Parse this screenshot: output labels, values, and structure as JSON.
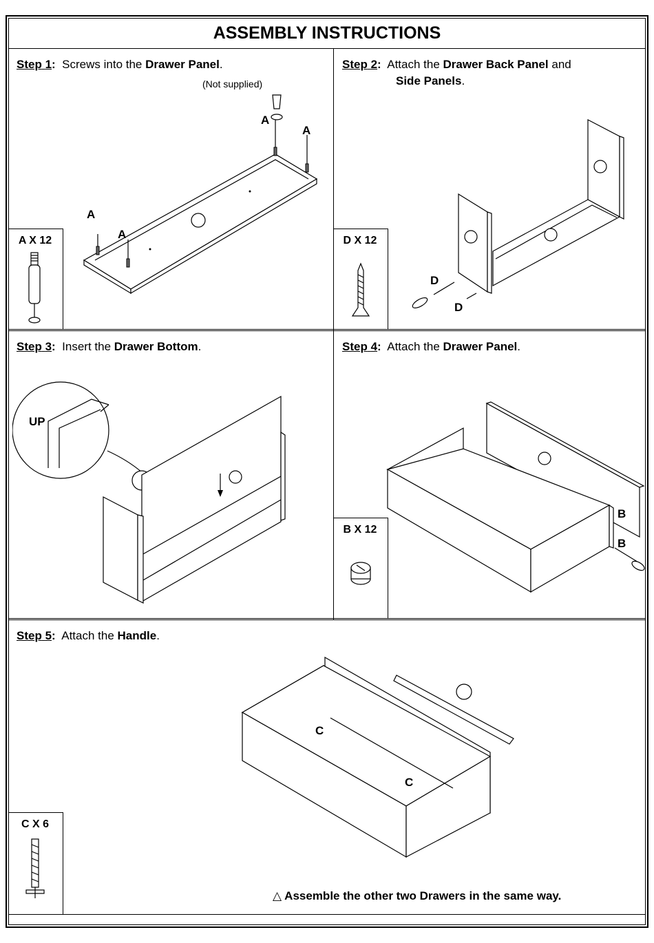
{
  "title": "ASSEMBLY INSTRUCTIONS",
  "steps": [
    {
      "label": "Step",
      "number": "1",
      "sep": ":",
      "text_a": "Screws into the",
      "text_b": "Drawer Panel",
      "text_c": "."
    },
    {
      "label": "Step",
      "number": "2",
      "sep": ":",
      "text_a": "Attach the",
      "text_b": "Drawer Back Panel",
      "text_c": "and",
      "text_d": "Side Panels",
      "text_e": "."
    },
    {
      "label": "Step",
      "number": "3",
      "sep": ":",
      "text_a": "Insert the",
      "text_b": "Drawer Bottom",
      "text_c": "."
    },
    {
      "label": "Step",
      "number": "4",
      "sep": ":",
      "text_a": "Attach the",
      "text_b": "Drawer Panel",
      "text_c": "."
    },
    {
      "label": "Step",
      "number": "5",
      "sep": ":",
      "text_a": "Attach the",
      "text_b": "Handle",
      "text_c": "."
    }
  ],
  "parts": {
    "a": "A X 12",
    "d": "D X 12",
    "b": "B X 12",
    "c": "C X 6"
  },
  "labels": {
    "a": "A",
    "b": "B",
    "c": "C",
    "d": "D",
    "up": "UP",
    "not_supplied": "(Not supplied)"
  },
  "footnote": {
    "symbol": "△",
    "text": "Assemble the other two Drawers in the same way."
  }
}
